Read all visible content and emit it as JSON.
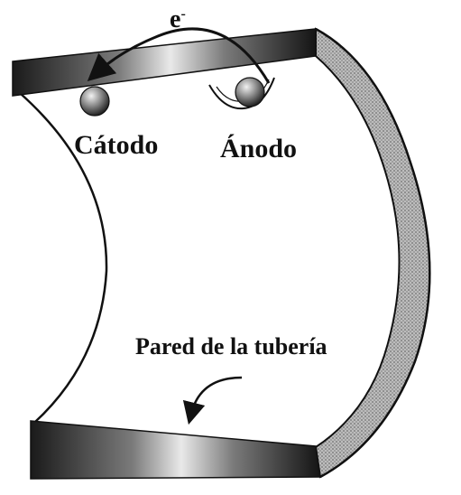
{
  "diagram": {
    "electron_label": "e",
    "electron_charge": "-",
    "cathode_label": "Cátodo",
    "anode_label": "Ánodo",
    "pipe_wall_label": "Pared de la tubería"
  }
}
